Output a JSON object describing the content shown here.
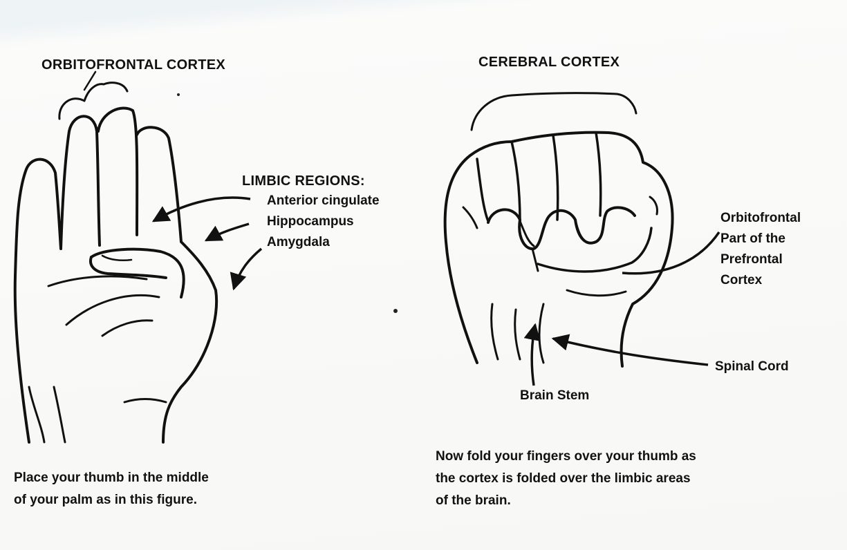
{
  "left_panel": {
    "title": "ORBITOFRONTAL CORTEX",
    "limbic_heading": "LIMBIC REGIONS:",
    "limbic_items": [
      "Anterior cingulate",
      "Hippocampus",
      "Amygdala"
    ],
    "caption_lines": [
      "Place your thumb in the middle",
      "of your palm as in this figure."
    ]
  },
  "right_panel": {
    "title": "CEREBRAL CORTEX",
    "orbitofrontal_lines": [
      "Orbitofrontal",
      "Part of the",
      "Prefrontal",
      "Cortex"
    ],
    "spinal_cord": "Spinal Cord",
    "brain_stem": "Brain Stem",
    "caption_lines": [
      "Now fold your fingers over your thumb as",
      "the cortex is folded over the limbic areas",
      "of the brain."
    ]
  },
  "colors": {
    "ink": "#111111",
    "paper": "#f7f7f5",
    "top_band": "#eef3f5"
  }
}
